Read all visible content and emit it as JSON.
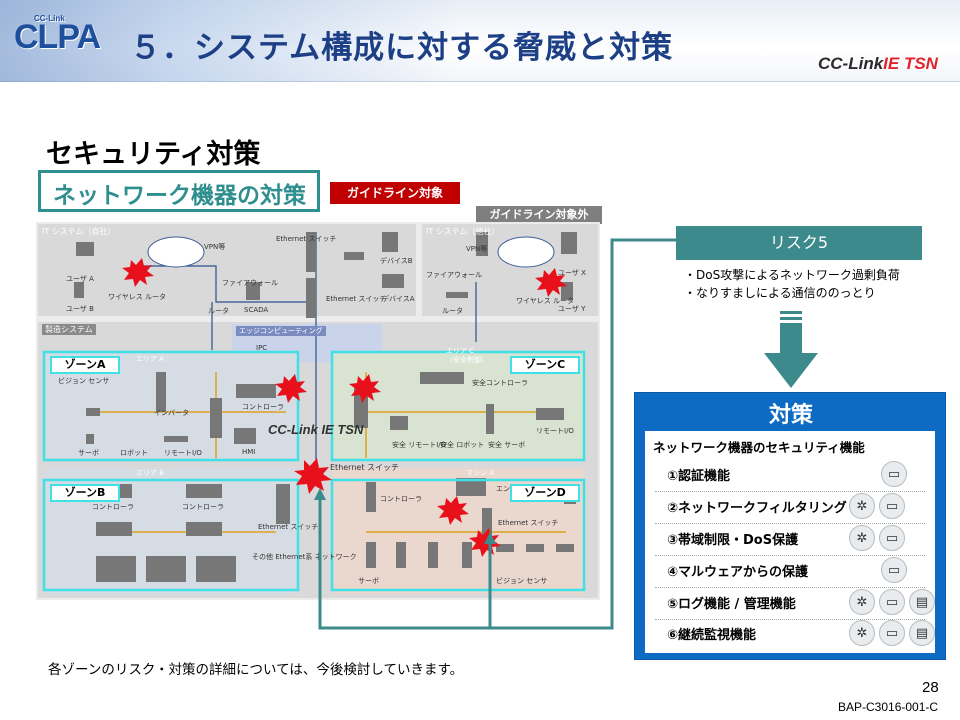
{
  "header": {
    "logo_text": "CLPA",
    "logo_small": "CC-Link",
    "title": "５．システム構成に対する脅威と対策",
    "brand_left": "CC-Link",
    "brand_right": "IE TSN"
  },
  "section_title": "セキュリティ対策",
  "subsection_title": "ネットワーク機器の対策",
  "badges": {
    "in_scope": "ガイドライン対象",
    "out_scope": "ガイドライン対象外"
  },
  "diagram": {
    "it_own": "IT システム（自社）",
    "it_other": "IT システム（他社）",
    "manufacturing": "製造システム",
    "edge": "エッジコンピューティング",
    "ipc": "IPC",
    "area_a": "エリア A",
    "area_b": "エリア B",
    "area_c": "エリア C",
    "area_c_note": "（安全制御）",
    "machine_a": "マシン A",
    "zones": {
      "a": "ゾーンA",
      "b": "ゾーンB",
      "c": "ゾーンC",
      "d": "ゾーンD"
    },
    "labels": {
      "user_a": "ユーザ A",
      "user_b": "ユーザ B",
      "user_x": "ユーザ X",
      "user_y": "ユーザ Y",
      "wireless_router": "ワイヤレス ルータ",
      "firewall": "ファイアウォール",
      "vpn": "VPN等",
      "ethernet_switch": "Ethernet スイッチ",
      "router": "ルータ",
      "scada": "SCADA",
      "device_a": "デバイスA",
      "device_b": "デバイスB",
      "vision_sensor": "ビジョン センサ",
      "inverter": "インバータ",
      "controller": "コントローラ",
      "servo": "サーボ",
      "robot": "ロボット",
      "remote_io": "リモートI/O",
      "hmi": "HMI",
      "safety_controller": "安全コントローラ",
      "safety_remote_io": "安全 リモートI/O",
      "safety_robot": "安全 ロボット",
      "safety_servo": "安全 サーボ",
      "engineering": "エンジ ニアリング",
      "other_ethernet": "その他 Ethernet系 ネットワーク",
      "cclink": "CC-Link IE TSN",
      "ethernet_switch_inline": "Ethernet スイッチ"
    }
  },
  "risk": {
    "title": "リスク5",
    "items": [
      "・DoS攻撃によるネットワーク過剰負荷",
      "・なりすましによる通信ののっとり"
    ]
  },
  "measures": {
    "title": "対策",
    "subtitle": "ネットワーク機器のセキュリティ機能",
    "items": [
      {
        "label": "①認証機能",
        "icons": [
          "device-icon"
        ]
      },
      {
        "label": "②ネットワークフィルタリング",
        "icons": [
          "network-icon",
          "device-icon"
        ]
      },
      {
        "label": "③帯域制限・DoS保護",
        "icons": [
          "network-icon",
          "device-icon"
        ]
      },
      {
        "label": "④マルウェアからの保護",
        "icons": [
          "device-icon"
        ]
      },
      {
        "label": "⑤ログ機能 / 管理機能",
        "icons": [
          "network-icon",
          "device-icon",
          "document-icon"
        ]
      },
      {
        "label": "⑥継続監視機能",
        "icons": [
          "network-icon",
          "device-icon",
          "document-icon"
        ]
      }
    ]
  },
  "footer": {
    "note": "各ゾーンのリスク・対策の詳細については、今後検討していきます。",
    "page": "28",
    "doc_id": "BAP-C3016-001-C"
  },
  "colors": {
    "teal": "#2f8f8e",
    "red": "#c00000",
    "blue": "#0e6bc4",
    "zone": "#3fe0e6",
    "title": "#1c3f86"
  }
}
